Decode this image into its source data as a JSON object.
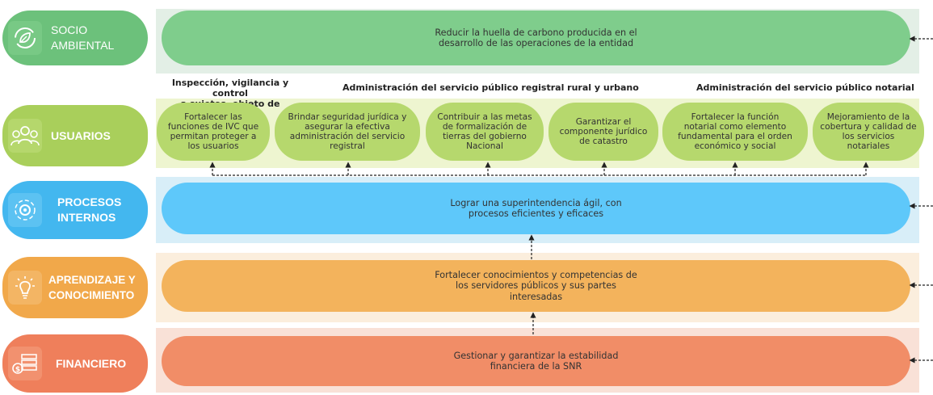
{
  "perspectives": {
    "socio_ambiental": {
      "label": "SOCIO\nAMBIENTAL",
      "icon": "recycle-leaf-icon",
      "color": "#6cc17b"
    },
    "usuarios": {
      "label": "USUARIOS",
      "icon": "users-group-icon",
      "color": "#a9cf5b"
    },
    "procesos_internos": {
      "label": "PROCESOS\nINTERNOS",
      "icon": "gear-cycle-icon",
      "color": "#43b7ef"
    },
    "aprendizaje": {
      "label": "APRENDIZAJE Y\nCONOCIMIENTO",
      "icon": "lightbulb-icon",
      "color": "#f1a84a"
    },
    "financiero": {
      "label": "FINANCIERO",
      "icon": "money-stack-icon",
      "color": "#ef7f5b"
    }
  },
  "headers": {
    "ivc": "Inspección, vigilancia y control\na sujetos, objeto de supervisión",
    "registral": "Administración del servicio público registral rural y urbano",
    "notarial": "Administración del servicio público notarial"
  },
  "objectives": {
    "socio_ambiental": "Reducir la huella de carbono producida en el\ndesarrollo de las operaciones de la entidad",
    "usuarios": [
      "Fortalecer las\nfunciones de IVC que\npermitan proteger a\nlos usuarios",
      "Brindar seguridad jurídica y\nasegurar la efectiva\nadministración del servicio\nregistral",
      "Contribuir a las metas\nde formalización de\ntierras del gobierno\nNacional",
      "Garantizar el\ncomponente jurídico\nde catastro",
      "Fortalecer la función\nnotarial como elemento\nfundamental para el orden\neconómico y social",
      "Mejoramiento de la\ncobertura y calidad de\nlos servicios\nnotariales"
    ],
    "procesos_internos": "Lograr una superintendencia ágil, con\nprocesos eficientes y eficaces",
    "aprendizaje": "Fortalecer conocimientos y competencias de\nlos servidores públicos y sus partes\ninteresadas",
    "financiero": "Gestionar y garantizar la estabilidad\nfinanciera de la SNR"
  }
}
